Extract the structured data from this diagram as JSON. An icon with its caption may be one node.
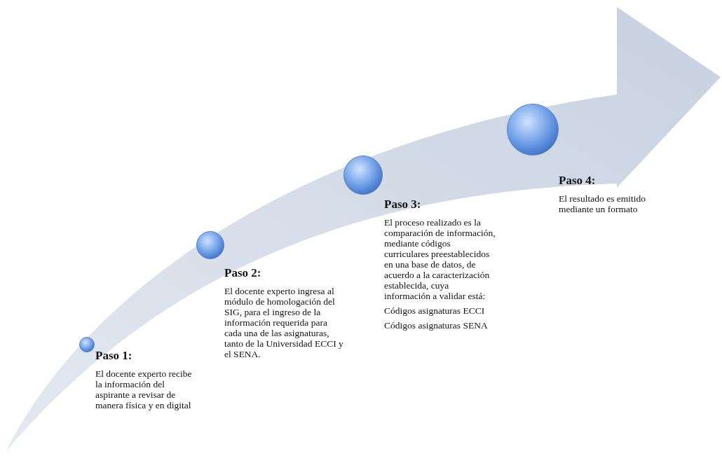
{
  "diagram": {
    "nodes": [
      {
        "text": [],
        "shape": "arrow"
      },
      {
        "text": [],
        "shape": "circle",
        "in": 0,
        "beside": [
          "Paso 1:",
          "El docente experto recibe la información del aspirante a revisar de manera física y en digital"
        ]
      },
      {
        "text": [],
        "shape": "circle",
        "in": 0,
        "beside": [
          "Paso 2:",
          "El docente experto ingresa al módulo de homologación del SIG, para el ingreso de la información requerida para cada una de las asignaturas, tanto de la Universidad ECCI y el SENA."
        ]
      },
      {
        "text": [],
        "shape": "circle",
        "in": 0,
        "beside": [
          "Paso 3:",
          "El proceso realizado es la comparación de información, mediante códigos curriculares preestablecidos en una base de datos, de acuerdo a la caracterización establecida, cuya información a validar está:",
          "Códigos asignaturas ECCI",
          "Códigos asignaturas SENA"
        ]
      },
      {
        "text": [],
        "shape": "circle",
        "in": 0,
        "beside": [
          "Paso 4:",
          "El resultado es emitido mediante un formato"
        ]
      }
    ],
    "edges": []
  }
}
